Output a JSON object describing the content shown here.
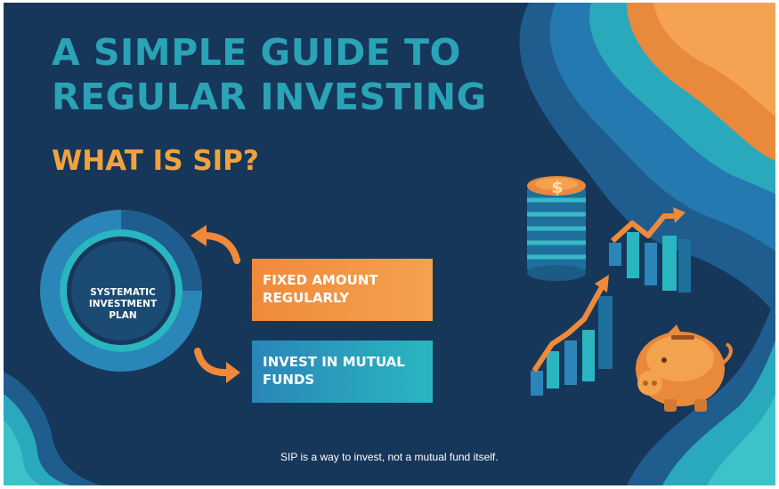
{
  "title": {
    "line1": "A SIMPLE GUIDE TO",
    "line2": "REGULAR INVESTING"
  },
  "subtitle": "WHAT IS SIP?",
  "ring": {
    "lines": [
      "SYSTEMATIC",
      "INVESTMENT",
      "PLAN"
    ]
  },
  "boxes": {
    "fixed": {
      "lines": [
        "FIXED AMOUNT",
        "REGULARLY"
      ]
    },
    "invest": {
      "lines": [
        "INVEST IN MUTUAL",
        "FUNDS"
      ]
    }
  },
  "footnote": "SIP is a way to invest, not a mutual fund itself.",
  "icons": {
    "coin_symbol": "$",
    "coin_stack": "coin-stack-icon",
    "bar_chart": "bar-chart-icon",
    "piggy_bank": "piggy-bank-icon"
  },
  "colors": {
    "background": "#16375a",
    "title": "#2ba3b6",
    "subtitle": "#f0a23d",
    "orange": "#f08a3a",
    "teal": "#29b6c0",
    "blue": "#2a86b8"
  }
}
